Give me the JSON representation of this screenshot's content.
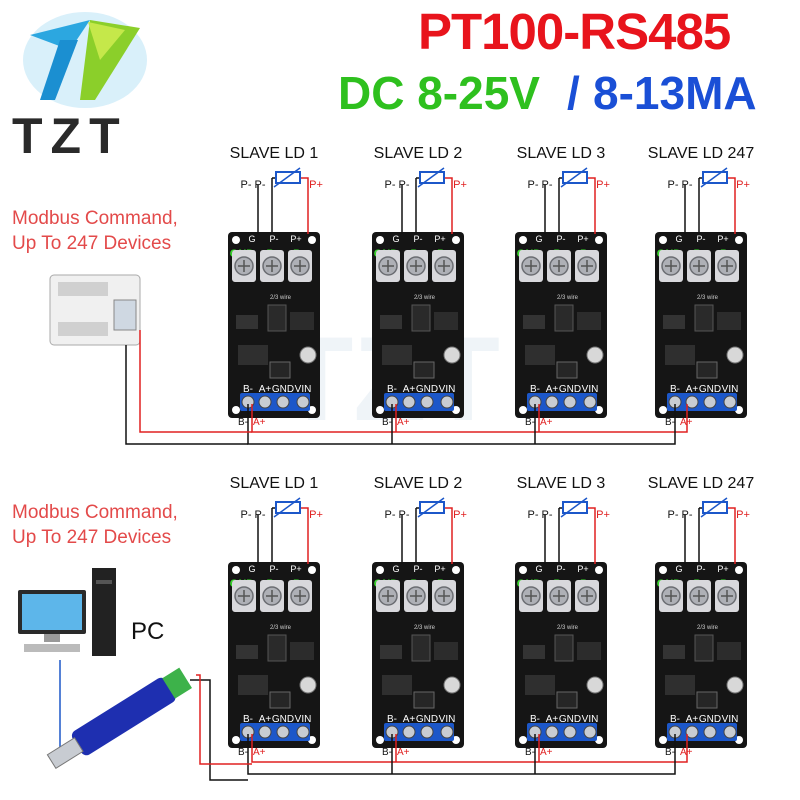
{
  "logo": {
    "text": "TZT"
  },
  "title": {
    "product": "PT100-RS485",
    "voltage": "DC 8-25V",
    "separator": "/",
    "current": "8-13MA"
  },
  "colors": {
    "title_red": "#e8141c",
    "voltage_green": "#2ec01e",
    "current_blue": "#1a4fd6",
    "board": "#151515",
    "terminal_blue": "#1c57c9",
    "wire_red": "#e02020"
  },
  "sections": [
    {
      "command_text": [
        "Modbus Command,",
        "Up To 247 Devices"
      ],
      "master": "plc",
      "slaves": [
        "SLAVE LD 1",
        "SLAVE LD 2",
        "SLAVE LD 3",
        "SLAVE LD 247"
      ]
    },
    {
      "command_text": [
        "Modbus Command,",
        "Up To 247 Devices"
      ],
      "master": "pc",
      "master_label": "PC",
      "slaves": [
        "SLAVE LD 1",
        "SLAVE LD 2",
        "SLAVE LD 3",
        "SLAVE LD 247"
      ]
    }
  ],
  "board_labels": {
    "top_pins": [
      "GND",
      "P-",
      "P+"
    ],
    "top_silk": [
      "G",
      "P-",
      "P+"
    ],
    "bottom_pins": [
      "B-",
      "A+",
      "GND",
      "VIN"
    ],
    "wire_mode": "2/3 wire",
    "sensor_left": [
      "P-",
      "P-"
    ],
    "sensor_right": "P+",
    "bus_labels": [
      "B-",
      "A+"
    ]
  }
}
